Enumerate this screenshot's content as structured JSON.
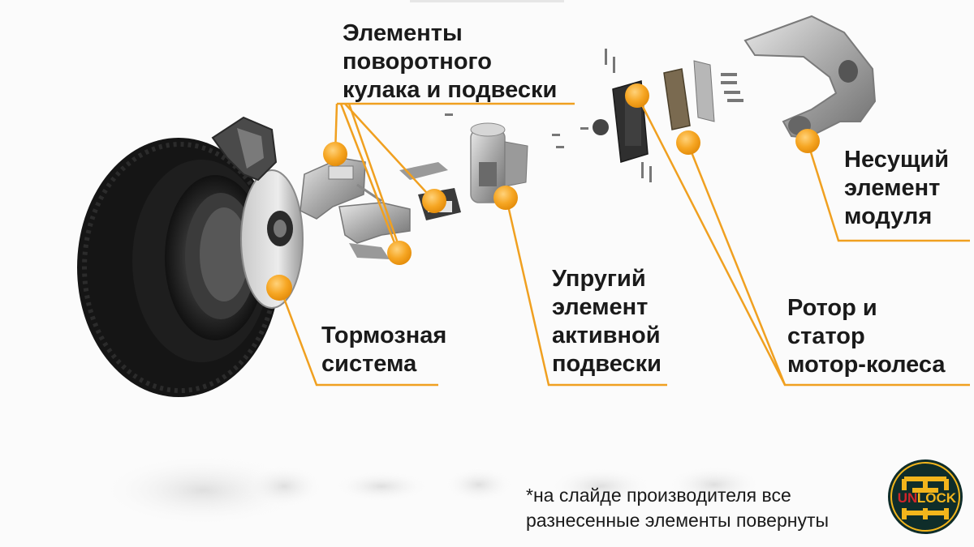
{
  "labels": {
    "knuckle": [
      "Элементы",
      "поворотного",
      "кулака и подвески"
    ],
    "carrier": [
      "Несущий",
      "элемент",
      "модуля"
    ],
    "spring": [
      "Упругий",
      "элемент",
      "активной",
      "подвески"
    ],
    "brake": [
      "Тормозная",
      "система"
    ],
    "motor": [
      "Ротор и",
      "статор",
      "мотор-колеса"
    ]
  },
  "note": [
    "*на слайде производителя все",
    "разнесенные элементы повернуты"
  ],
  "logo": {
    "text_un": "UN",
    "text_lock": "LOCK"
  },
  "colors": {
    "accent": "#f5a623",
    "leader": "#f0a020",
    "logo_bg": "#0f2d2a",
    "logo_fg": "#f2b51c",
    "logo_red": "#d0252a"
  }
}
